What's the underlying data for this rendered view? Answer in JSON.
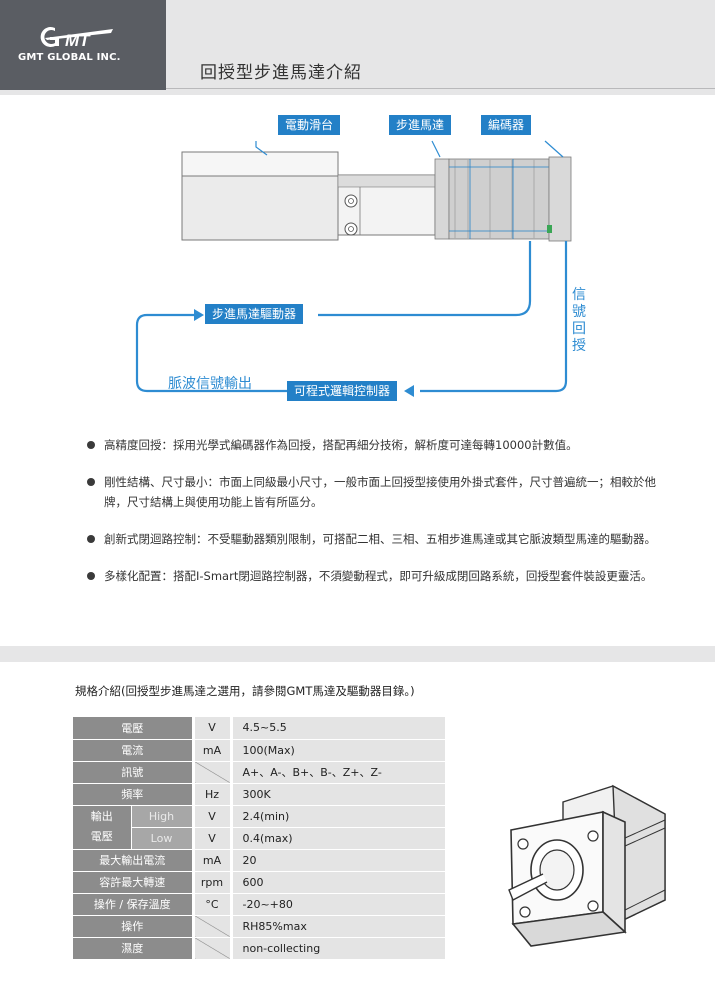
{
  "header": {
    "logo_text": "GMT GLOBAL INC.",
    "title": "回授型步進馬達介紹"
  },
  "diagram": {
    "labels": {
      "slide": "電動滑台",
      "stepper": "步進馬達",
      "encoder": "編碼器",
      "driver": "步進馬達驅動器",
      "plc": "可程式邏輯控制器",
      "pulse": "脈波信號輸出",
      "signal_feedback": [
        "信",
        "號",
        "回",
        "授"
      ]
    },
    "colors": {
      "accent": "#2380c7",
      "line": "#2e8cd2"
    }
  },
  "features": [
    "高精度回授：採用光學式編碼器作為回授，搭配再細分技術，解析度可達每轉10000計數值。",
    "剛性結構、尺寸最小：市面上同級最小尺寸，一般市面上回授型接使用外掛式套件，尺寸普遍統一；相較於他牌，尺寸結構上與使用功能上皆有所區分。",
    "創新式閉迴路控制：不受驅動器類別限制，可搭配二相、三相、五相步進馬達或其它脈波類型馬達的驅動器。",
    "多樣化配置：搭配I-Smart閉迴路控制器，不須變動程式，即可升級成閉回路系統，回授型套件裝設更靈活。"
  ],
  "spec": {
    "title": "規格介紹(回授型步進馬達之選用，請參閱GMT馬達及驅動器目錄。)",
    "rows": [
      {
        "name": "電壓",
        "unit": "V",
        "value": "4.5~5.5"
      },
      {
        "name": "電流",
        "unit": "mA",
        "value": "100(Max)"
      },
      {
        "name": "訊號",
        "unit": "",
        "value": "A+、A-、B+、B-、Z+、Z-"
      },
      {
        "name": "頻率",
        "unit": "Hz",
        "value": "300K"
      },
      {
        "group": "輸出電壓",
        "sub": "High",
        "unit": "V",
        "value": "2.4(min)"
      },
      {
        "sub": "Low",
        "unit": "V",
        "value": "0.4(max)"
      },
      {
        "name": "最大輸出電流",
        "unit": "mA",
        "value": "20"
      },
      {
        "name": "容許最大轉速",
        "unit": "rpm",
        "value": "600"
      },
      {
        "name": "操作 / 保存溫度",
        "unit": "°C",
        "value": "-20~+80"
      },
      {
        "name": "操作",
        "unit": "",
        "value": "RH85%max"
      },
      {
        "name": "濕度",
        "unit": "",
        "value": "non-collecting"
      }
    ],
    "group_lines": [
      "輸出",
      "電壓"
    ]
  }
}
